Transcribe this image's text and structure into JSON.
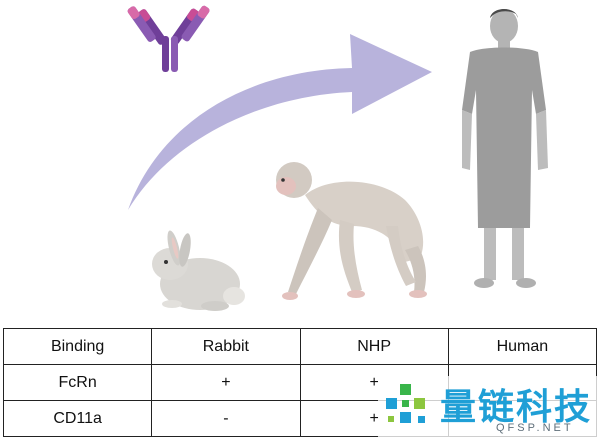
{
  "figure": {
    "antibody_icon": "antibody-icon",
    "arrow_icon": "curved-arrow-icon",
    "species_icons": [
      "rabbit-icon",
      "monkey-icon",
      "human-icon"
    ],
    "colors": {
      "arrow": "#b8b3dc",
      "antibody_arm": "#6f3f99",
      "antibody_tip": "#c84c95",
      "figure_fill": "#d8d0c8",
      "human_fill": "#9c9c9c",
      "skin": "#bcbcbc"
    }
  },
  "table": {
    "headers": [
      "Binding",
      "Rabbit",
      "NHP",
      "Human"
    ],
    "rows": [
      {
        "label": "FcRn",
        "values": [
          "+",
          "+",
          ""
        ]
      },
      {
        "label": "CD11a",
        "values": [
          "-",
          "+",
          ""
        ]
      }
    ]
  },
  "watermark": {
    "logo_icon": "qfsp-logo-icon",
    "text_cn": "量链科技",
    "text_en": "QFSP.NET"
  }
}
